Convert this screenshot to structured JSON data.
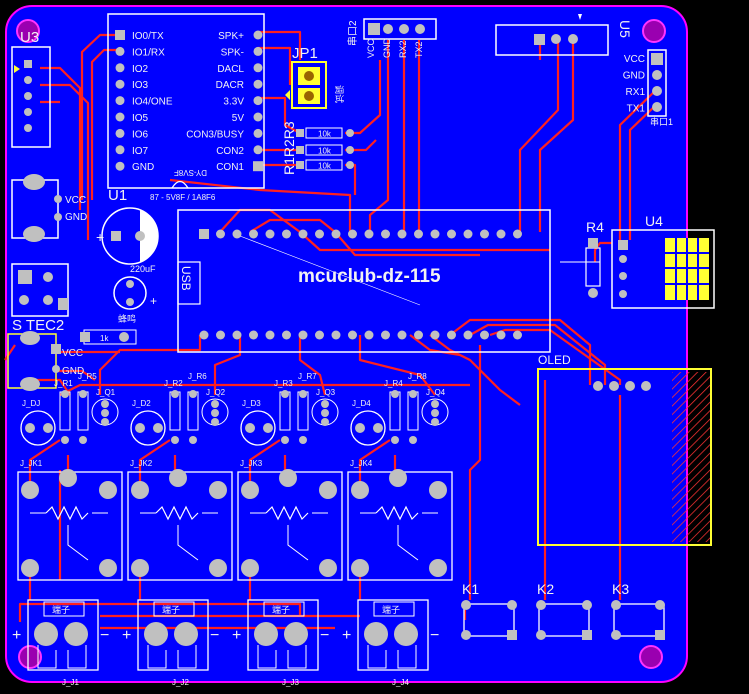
{
  "colors": {
    "background": "#000000",
    "board": "#0000ff",
    "board_edge": "#ff00ff",
    "top_trace": "#ff2020",
    "silkscreen": "#ffffff",
    "overlay": "#ffff00",
    "pad": "#c0c0c0",
    "via": "#d8d8d8"
  },
  "title": "mcuclub-dz-115",
  "components": {
    "u3": "U3",
    "u1": "U1",
    "u5": "U5",
    "u4": "U4",
    "jp1": "JP1",
    "jp1_hint": "调试",
    "r4": "R4",
    "r1r2r3": "R1R2R3",
    "oled": "OLED",
    "tec2": "S TEC2",
    "usb": "USB",
    "cap": "220uF",
    "k1": "K1",
    "k2": "K2",
    "k3": "K3",
    "resistor_value": "10k",
    "pot_value": "1k",
    "buzzer": "蜂鸣",
    "u1_model": "DY-SV8F",
    "u1_sub": "87 - 5V8F / 1A8F6"
  },
  "u1_pins_left": [
    "IO0/TX",
    "IO1/RX",
    "IO2",
    "IO3",
    "IO4/ONE",
    "IO5",
    "IO6",
    "IO7",
    "GND"
  ],
  "u1_pins_right": [
    "SPK+",
    "SPK-",
    "DACL",
    "DACR",
    "3.3V",
    "5V",
    "CON3/BUSY",
    "CON2",
    "CON1"
  ],
  "header_labels": {
    "top": [
      "VCC",
      "GND",
      "RX2",
      "TX2"
    ],
    "top_prefix": "串口2",
    "right": [
      "VCC",
      "GND",
      "RX1",
      "TX1"
    ],
    "right_prefix": "串口1",
    "u1_power": [
      "VCC",
      "GND"
    ],
    "tec_power": [
      "VCC",
      "GND"
    ]
  },
  "channels": [
    {
      "dj": "J_DJ",
      "jk": "J_JK1",
      "r": "J_R1",
      "r2": "J_R5",
      "q": "J_Q1",
      "terminal": "J_J1"
    },
    {
      "dj": "J_D2",
      "jk": "J_JK2",
      "r": "J_R2",
      "r2": "J_R6",
      "q": "J_Q2",
      "terminal": "J_J2"
    },
    {
      "dj": "J_D3",
      "jk": "J_JK3",
      "r": "J_R3",
      "r2": "J_R7",
      "q": "J_Q3",
      "terminal": "J_J3"
    },
    {
      "dj": "J_D4",
      "jk": "J_JK4",
      "r": "J_R4",
      "r2": "J_R8",
      "q": "J_Q4",
      "terminal": "J_J4"
    }
  ],
  "terminal_box_label": "端子",
  "polarity": {
    "plus": "+",
    "minus": "−"
  }
}
